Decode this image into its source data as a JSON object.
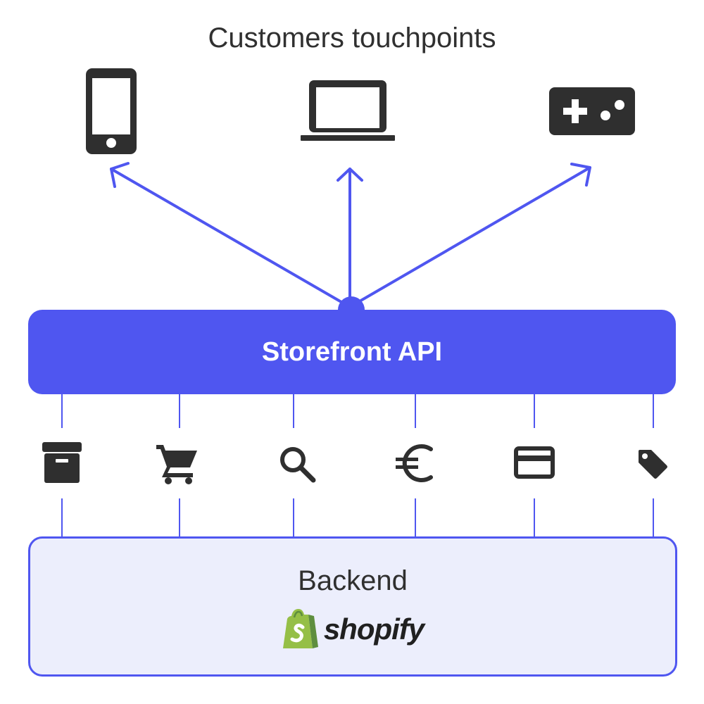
{
  "diagram": {
    "title": "Customers touchpoints",
    "touchpoints": [
      {
        "icon": "smartphone-icon"
      },
      {
        "icon": "laptop-icon"
      },
      {
        "icon": "game-controller-icon"
      }
    ],
    "api": {
      "label": "Storefront API"
    },
    "features": [
      {
        "icon": "archive-box-icon"
      },
      {
        "icon": "shopping-cart-icon"
      },
      {
        "icon": "search-icon"
      },
      {
        "icon": "euro-icon"
      },
      {
        "icon": "credit-card-icon"
      },
      {
        "icon": "price-tag-icon"
      }
    ],
    "backend": {
      "label": "Backend",
      "brand_logo": "shopify"
    },
    "colors": {
      "accent": "#4f56f0",
      "backend_fill": "#eceefc",
      "icon": "#2f2f2f",
      "logo_green": "#95bf47"
    }
  }
}
